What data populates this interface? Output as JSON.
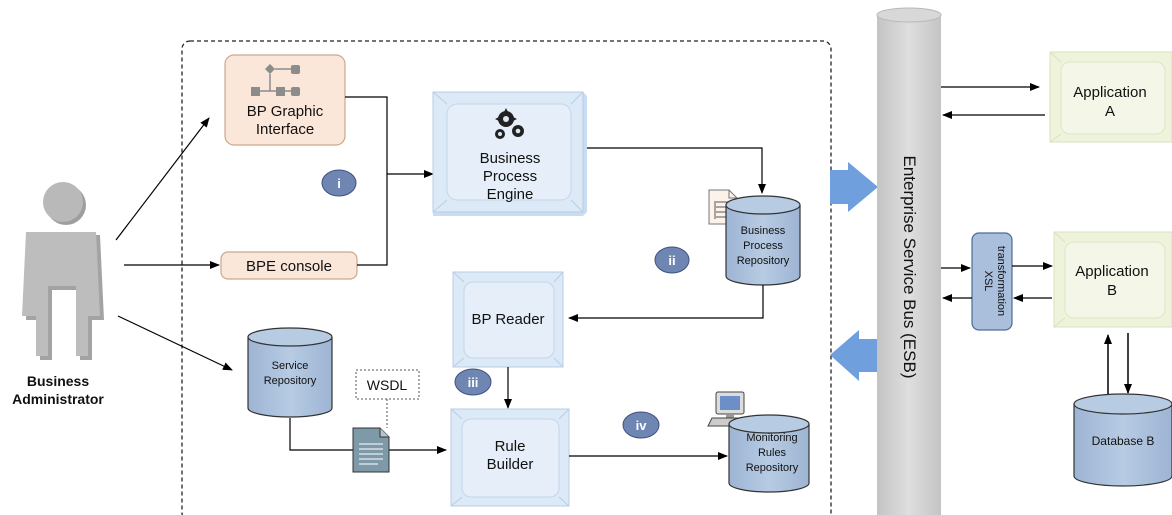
{
  "actor": {
    "line1": "Business",
    "line2": "Administrator"
  },
  "components": {
    "bp_graphic_interface": {
      "line1": "BP Graphic",
      "line2": "Interface"
    },
    "bpe_console": "BPE console",
    "business_process_engine": {
      "line1": "Business",
      "line2": "Process",
      "line3": "Engine"
    },
    "bp_reader": "BP Reader",
    "rule_builder": {
      "line1": "Rule",
      "line2": "Builder"
    },
    "wsdl": "WSDL"
  },
  "repositories": {
    "business_process_repository": {
      "line1": "Business",
      "line2": "Process",
      "line3": "Repository"
    },
    "service_repository": {
      "line1": "Service",
      "line2": "Repository"
    },
    "monitoring_rules_repository": {
      "line1": "Monitoring",
      "line2": "Rules",
      "line3": "Repository"
    },
    "database_b": "Database B"
  },
  "steps": {
    "i": "i",
    "ii": "ii",
    "iii": "iii",
    "iv": "iv"
  },
  "esb": {
    "label": "Enterprise Service Bus (ESB)"
  },
  "xsl": {
    "line1": "XSL",
    "line2": "transformation"
  },
  "applications": {
    "a": {
      "line1": "Application",
      "line2": "A"
    },
    "b": {
      "line1": "Application",
      "line2": "B"
    }
  },
  "colors": {
    "engine_blue": "#dce9f7",
    "peach": "#fbe7da",
    "repo_blue": "#a9bfdb",
    "step_circle": "#6f86b3",
    "app_green": "#eef3dc",
    "esb_gray": "#cfcfcf",
    "arrow_blue": "#6f9fdc"
  }
}
